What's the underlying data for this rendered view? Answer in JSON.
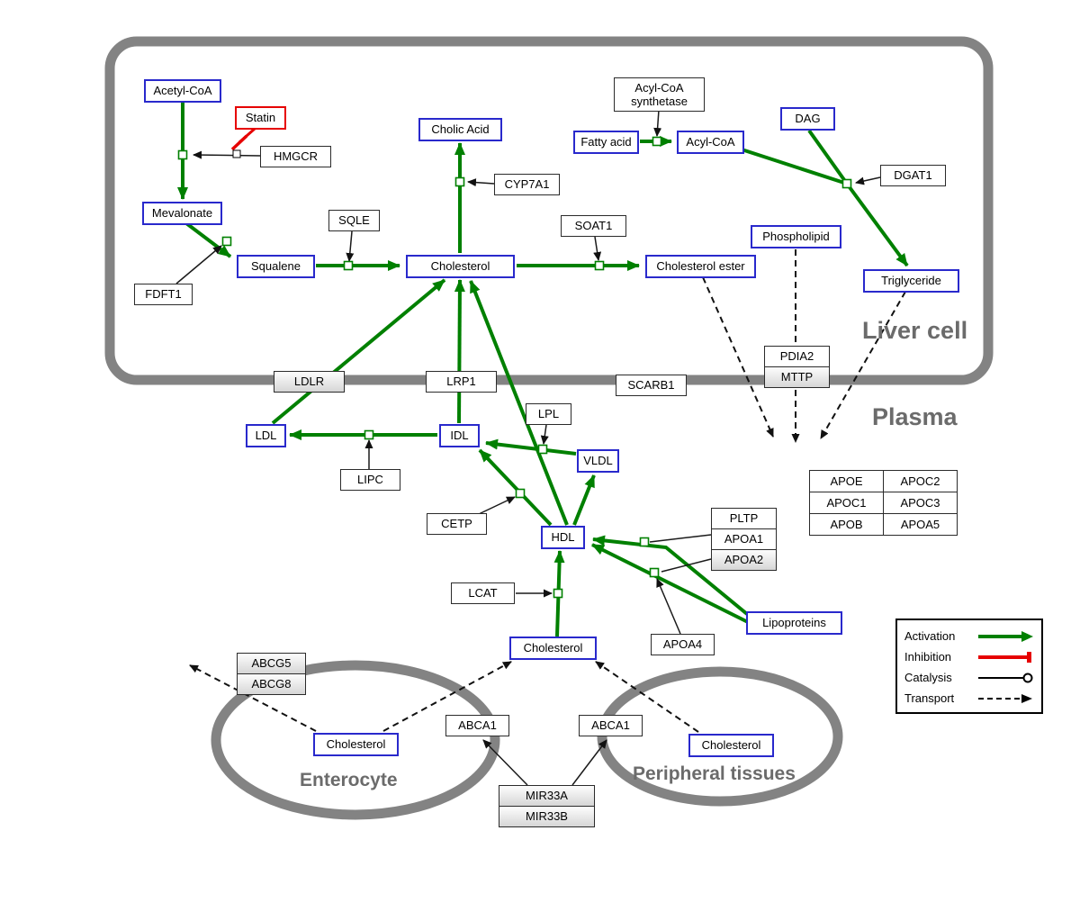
{
  "compartments": {
    "liver_cell": {
      "label": "Liver cell"
    },
    "plasma": {
      "label": "Plasma"
    },
    "enterocyte": {
      "label": "Enterocyte"
    },
    "peripheral_tissues": {
      "label": "Peripheral tissues"
    }
  },
  "nodes": {
    "acetyl_coa": {
      "label": "Acetyl-CoA"
    },
    "statin": {
      "label": "Statin"
    },
    "hmgcr": {
      "label": "HMGCR"
    },
    "mevalonate": {
      "label": "Mevalonate"
    },
    "fdft1": {
      "label": "FDFT1"
    },
    "squalene": {
      "label": "Squalene"
    },
    "sqle": {
      "label": "SQLE"
    },
    "cholesterol_liver": {
      "label": "Cholesterol"
    },
    "cholic_acid": {
      "label": "Cholic Acid"
    },
    "cyp7a1": {
      "label": "CYP7A1"
    },
    "soat1": {
      "label": "SOAT1"
    },
    "cholesterol_ester": {
      "label": "Cholesterol ester"
    },
    "fatty_acid": {
      "label": "Fatty acid"
    },
    "acyl_coa": {
      "label": "Acyl-CoA"
    },
    "acyl_coa_synthetase": {
      "label": "Acyl-CoA synthetase"
    },
    "dag": {
      "label": "DAG"
    },
    "dgat1": {
      "label": "DGAT1"
    },
    "phospholipid": {
      "label": "Phospholipid"
    },
    "triglyceride": {
      "label": "Triglyceride"
    },
    "pdia2": {
      "label": "PDIA2"
    },
    "mttp": {
      "label": "MTTP"
    },
    "ldlr": {
      "label": "LDLR"
    },
    "lrp1": {
      "label": "LRP1"
    },
    "scarb1": {
      "label": "SCARB1"
    },
    "ldl": {
      "label": "LDL"
    },
    "idl": {
      "label": "IDL"
    },
    "lipc": {
      "label": "LIPC"
    },
    "lpl": {
      "label": "LPL"
    },
    "vldl": {
      "label": "VLDL"
    },
    "cetp": {
      "label": "CETP"
    },
    "hdl": {
      "label": "HDL"
    },
    "lcat": {
      "label": "LCAT"
    },
    "pltp": {
      "label": "PLTP"
    },
    "apoa1": {
      "label": "APOA1"
    },
    "apoa2": {
      "label": "APOA2"
    },
    "apoa4": {
      "label": "APOA4"
    },
    "lipoproteins": {
      "label": "Lipoproteins"
    },
    "cholesterol_plasma": {
      "label": "Cholesterol"
    },
    "abcg5": {
      "label": "ABCG5"
    },
    "abcg8": {
      "label": "ABCG8"
    },
    "cholesterol_enterocyte": {
      "label": "Cholesterol"
    },
    "abca1_enterocyte": {
      "label": "ABCA1"
    },
    "abca1_peripheral": {
      "label": "ABCA1"
    },
    "cholesterol_peripheral": {
      "label": "Cholesterol"
    },
    "mir33a": {
      "label": "MIR33A"
    },
    "mir33b": {
      "label": "MIR33B"
    }
  },
  "apolipoprotein_table": {
    "cells": [
      "APOE",
      "APOC2",
      "APOC1",
      "APOC3",
      "APOB",
      "APOA5"
    ]
  },
  "legend": {
    "items": [
      {
        "label": "Activation"
      },
      {
        "label": "Inhibition"
      },
      {
        "label": "Catalysis"
      },
      {
        "label": "Transport"
      }
    ]
  },
  "colors": {
    "activation_green": "#008000",
    "inhibition_red": "#e60000",
    "metabolite_border_blue": "#2929cc",
    "membrane_gray": "#838383"
  }
}
